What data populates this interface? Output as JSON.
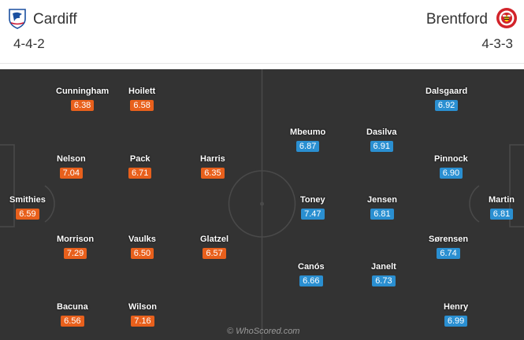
{
  "home": {
    "name": "Cardiff",
    "formation": "4-4-2",
    "color": "#e8601c",
    "crest": "cardiff-bluebird-crest",
    "players": [
      {
        "name": "Smithies",
        "rating": "6.59"
      },
      {
        "name": "Cunningham",
        "rating": "6.38"
      },
      {
        "name": "Nelson",
        "rating": "7.04"
      },
      {
        "name": "Morrison",
        "rating": "7.29"
      },
      {
        "name": "Bacuna",
        "rating": "6.56"
      },
      {
        "name": "Hoilett",
        "rating": "6.58"
      },
      {
        "name": "Pack",
        "rating": "6.71"
      },
      {
        "name": "Vaulks",
        "rating": "6.50"
      },
      {
        "name": "Wilson",
        "rating": "7.16"
      },
      {
        "name": "Harris",
        "rating": "6.35"
      },
      {
        "name": "Glatzel",
        "rating": "6.57"
      }
    ]
  },
  "away": {
    "name": "Brentford",
    "formation": "4-3-3",
    "color": "#2a8fd1",
    "crest": "brentford-bee-crest",
    "players": [
      {
        "name": "Dalsgaard",
        "rating": "6.92"
      },
      {
        "name": "Pinnock",
        "rating": "6.90"
      },
      {
        "name": "Sørensen",
        "rating": "6.74"
      },
      {
        "name": "Henry",
        "rating": "6.99"
      },
      {
        "name": "Martin",
        "rating": "6.81"
      },
      {
        "name": "Mbeumo",
        "rating": "6.87"
      },
      {
        "name": "Dasilva",
        "rating": "6.91"
      },
      {
        "name": "Jensen",
        "rating": "6.81"
      },
      {
        "name": "Janelt",
        "rating": "6.73"
      },
      {
        "name": "Toney",
        "rating": "7.47"
      },
      {
        "name": "Canós",
        "rating": "6.66"
      }
    ]
  },
  "watermark": "© WhoScored.com"
}
